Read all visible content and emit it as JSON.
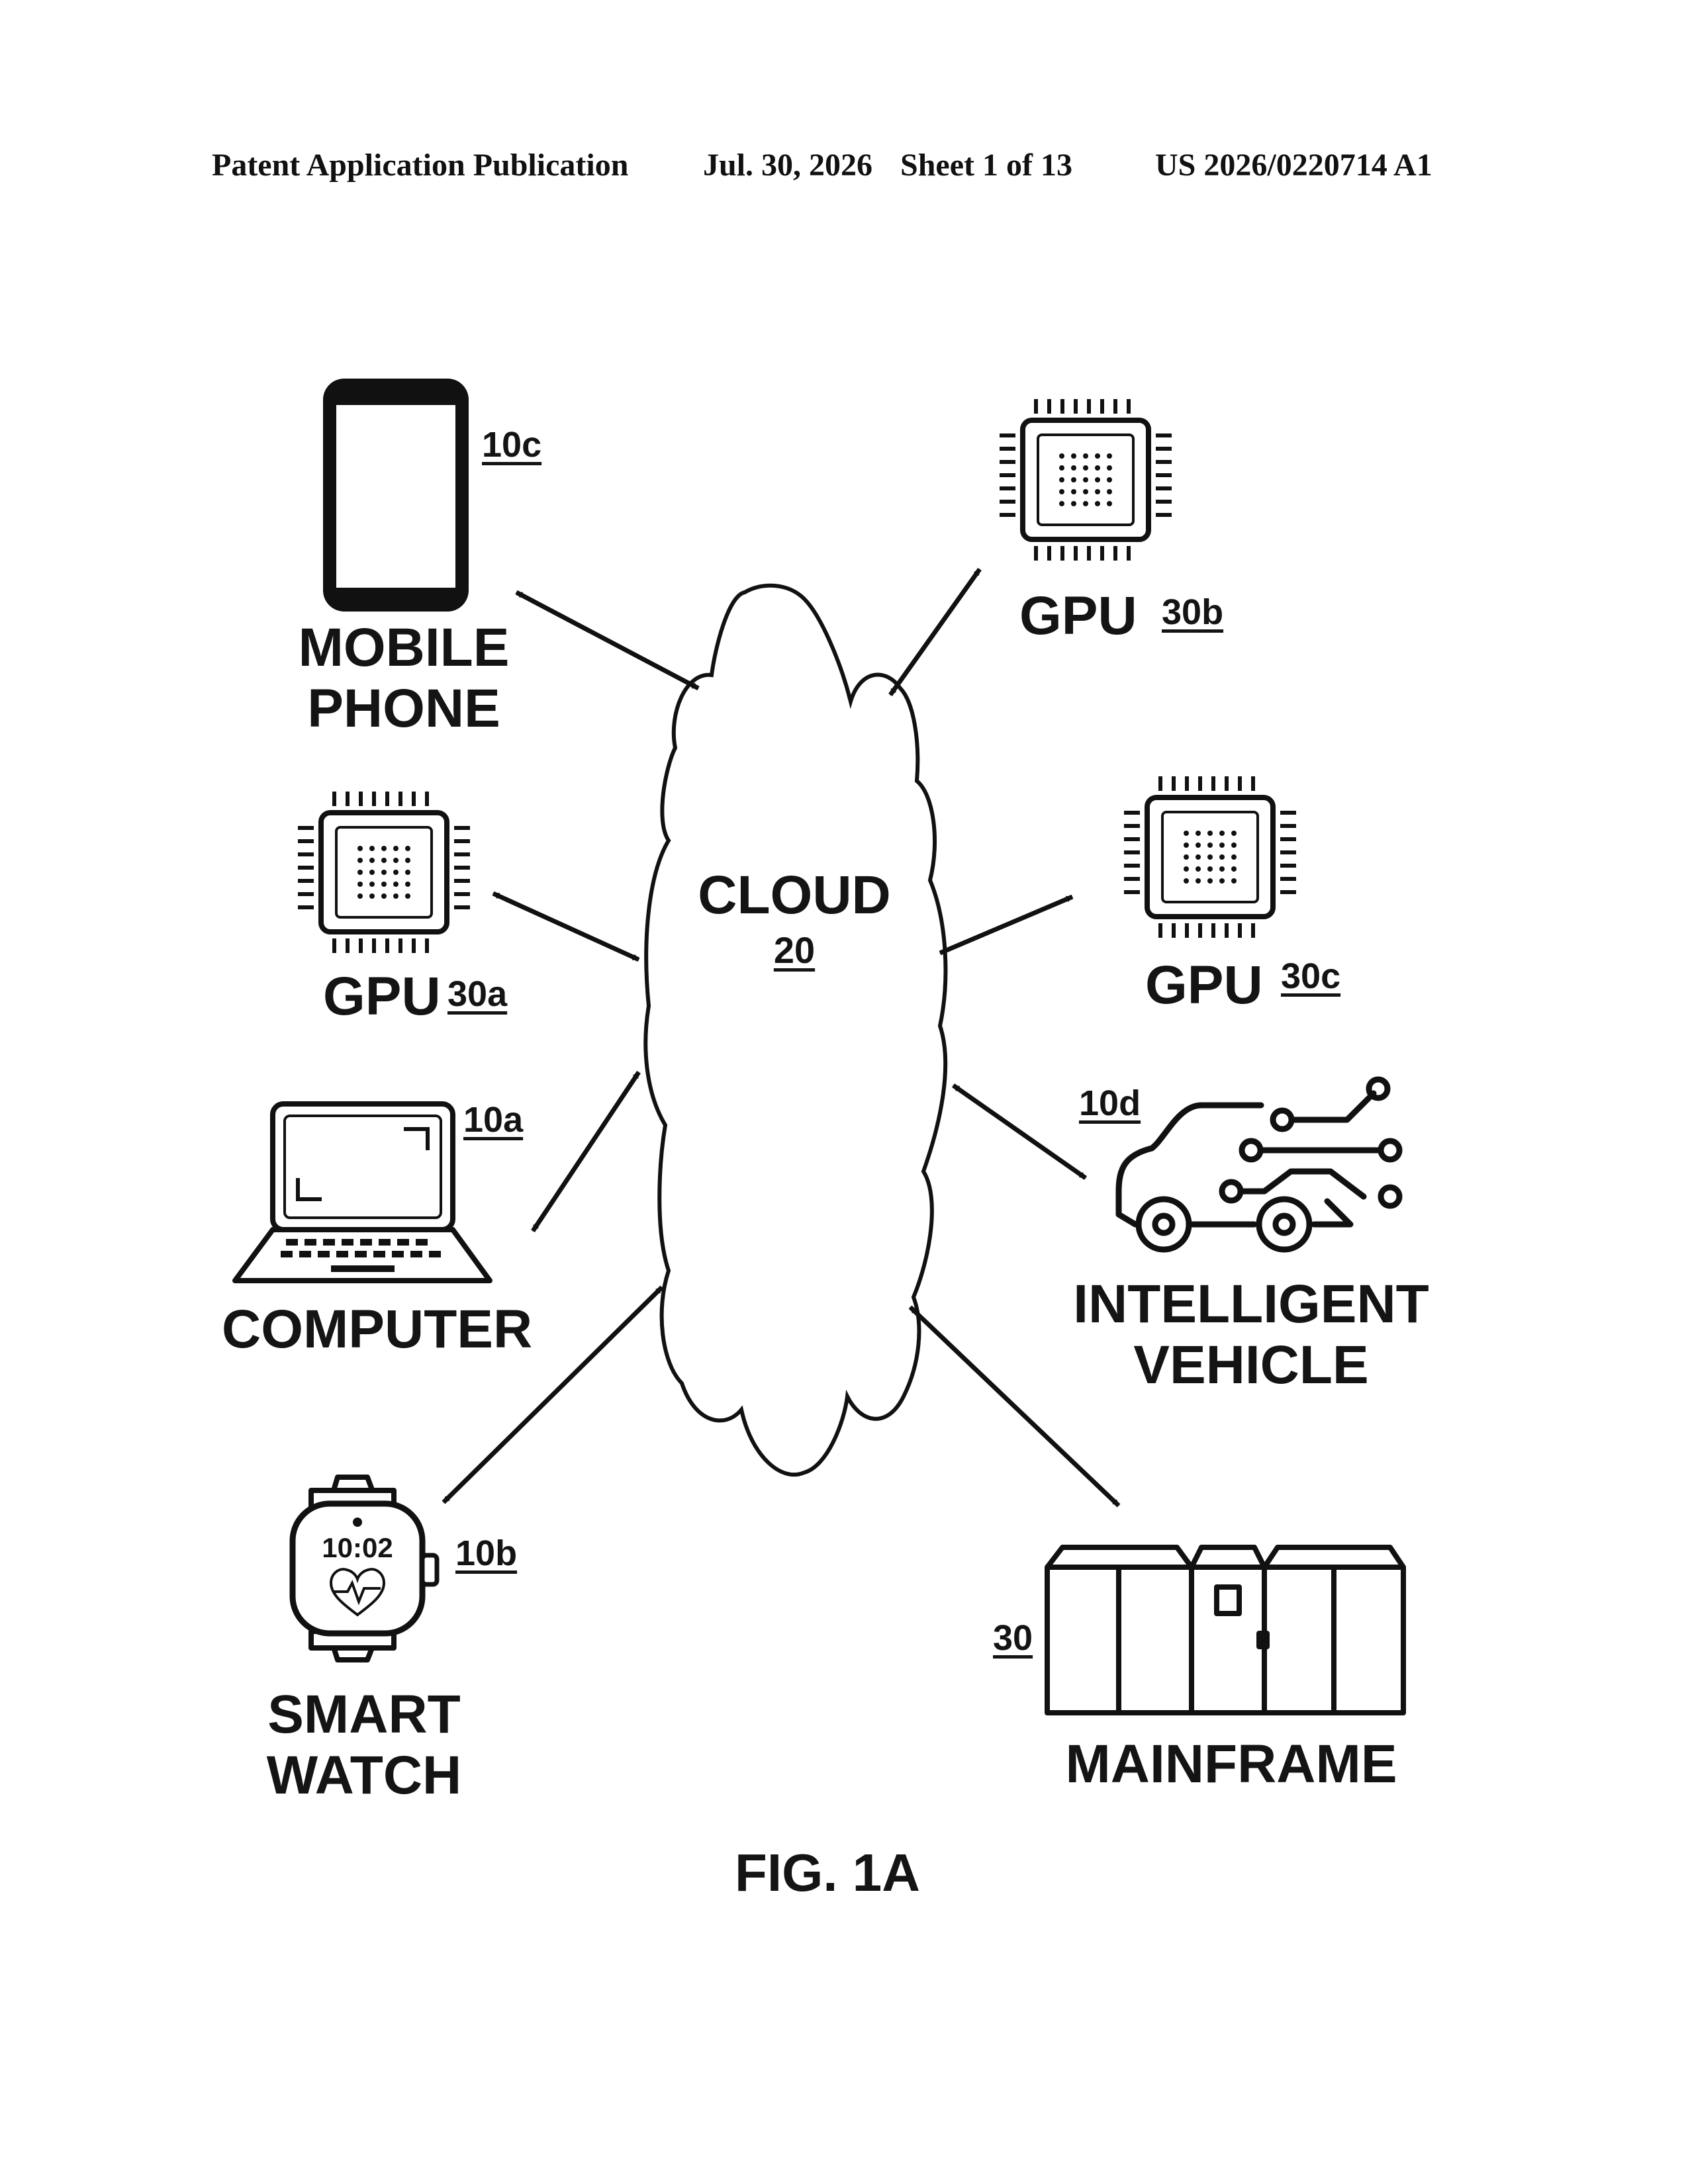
{
  "header": {
    "publication": "Patent Application Publication",
    "date": "Jul. 30, 2026",
    "sheet": "Sheet 1 of 13",
    "number": "US 2026/0220714 A1"
  },
  "cloud": {
    "label": "CLOUD",
    "ref": "20"
  },
  "nodes": {
    "mobile_phone": {
      "line1": "MOBILE",
      "line2": "PHONE",
      "ref": "10c"
    },
    "gpu_30a": {
      "label": "GPU",
      "ref": "30a"
    },
    "gpu_30b": {
      "label": "GPU",
      "ref": "30b"
    },
    "gpu_30c": {
      "label": "GPU",
      "ref": "30c"
    },
    "computer": {
      "label": "COMPUTER",
      "ref": "10a"
    },
    "vehicle": {
      "line1": "INTELLIGENT",
      "line2": "VEHICLE",
      "ref": "10d"
    },
    "smart_watch": {
      "line1": "SMART",
      "line2": "WATCH",
      "ref": "10b",
      "time": "10:02"
    },
    "mainframe": {
      "label": "MAINFRAME",
      "ref": "30"
    }
  },
  "figure_label": "FIG. 1A"
}
